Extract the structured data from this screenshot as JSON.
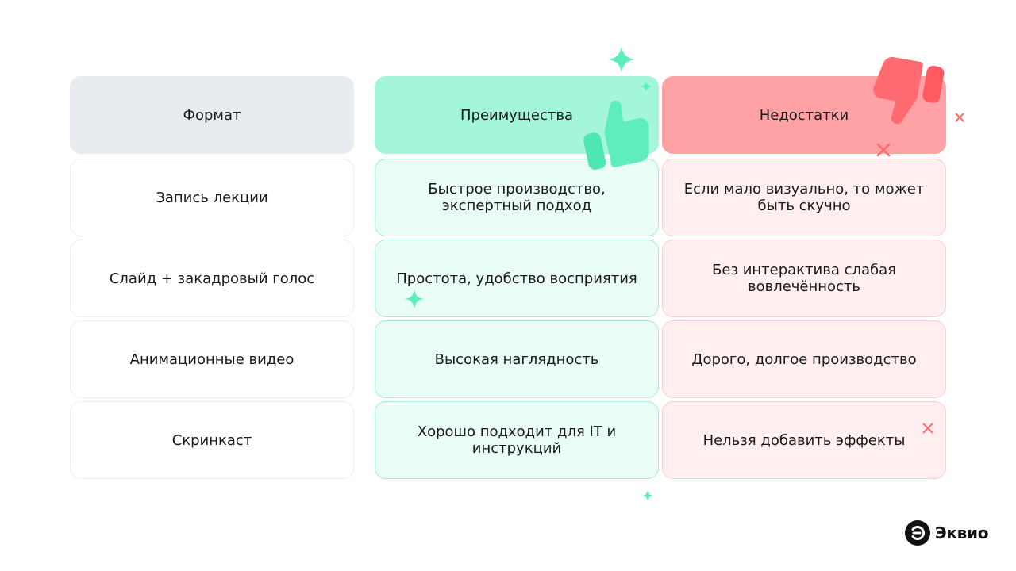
{
  "table": {
    "headers": {
      "format": "Формат",
      "pros": "Преимущества",
      "cons": "Недостатки"
    },
    "rows": [
      {
        "format": "Запись лекции",
        "pros": "Быстрое производство, экспертный подход",
        "cons": "Если мало визуально, то может быть скучно"
      },
      {
        "format": "Слайд + закадровый голос",
        "pros": "Простота, удобство восприятия",
        "cons": "Без интерактива слабая вовлечённость"
      },
      {
        "format": "Анимационные видео",
        "pros": "Высокая наглядность",
        "cons": "Дорого, долгое производство"
      },
      {
        "format": "Скринкаст",
        "pros": "Хорошо подходит для IT и инструкций",
        "cons": "Нельзя добавить эффекты"
      }
    ]
  },
  "brand": {
    "name": "Эквио",
    "logo_icon": "equio-logo-icon"
  },
  "decorations": [
    "sparkle-icon",
    "thumbs-up-icon",
    "thumbs-down-icon",
    "cross-icon"
  ],
  "colors": {
    "header_format": "#e8ebf0",
    "header_pros": "#a3f7d8",
    "header_cons": "#ffa2a5",
    "cell_pros": "#e9fdf5",
    "cell_cons": "#fff0ef",
    "accent_green": "#5eeebe",
    "accent_red": "#ff6b70"
  }
}
